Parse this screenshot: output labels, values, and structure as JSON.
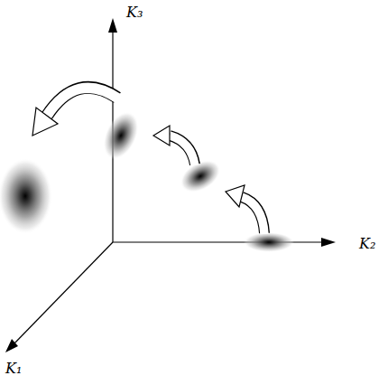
{
  "diagram": {
    "labels": [
      "K₃",
      "K₂",
      "K₁"
    ]
  }
}
